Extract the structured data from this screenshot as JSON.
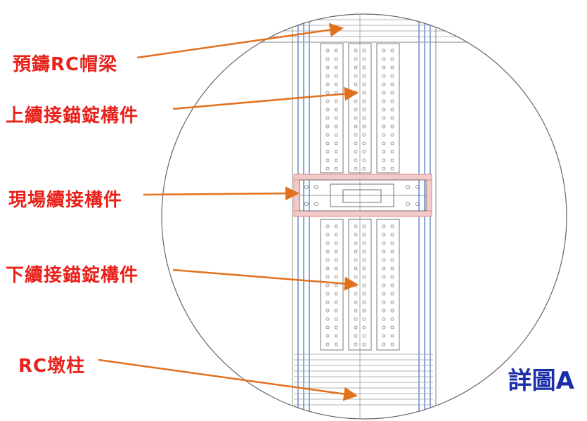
{
  "labels": {
    "cap_beam": "預鑄RC帽梁",
    "upper_anchor": "上續接錨錠構件",
    "field_splice": "現場續接構件",
    "lower_anchor": "下續接錨錠構件",
    "rc_column": "RC墩柱"
  },
  "title": "詳圖A",
  "colors": {
    "label_text": "#e8221b",
    "title_text": "#1b2fa8",
    "arrow": "#e2711d",
    "line": "#8a8a8a",
    "rebar_blue": "#8ea8d8",
    "splice_fill": "#f3c9c9",
    "splice_stroke": "#d98a8a"
  }
}
